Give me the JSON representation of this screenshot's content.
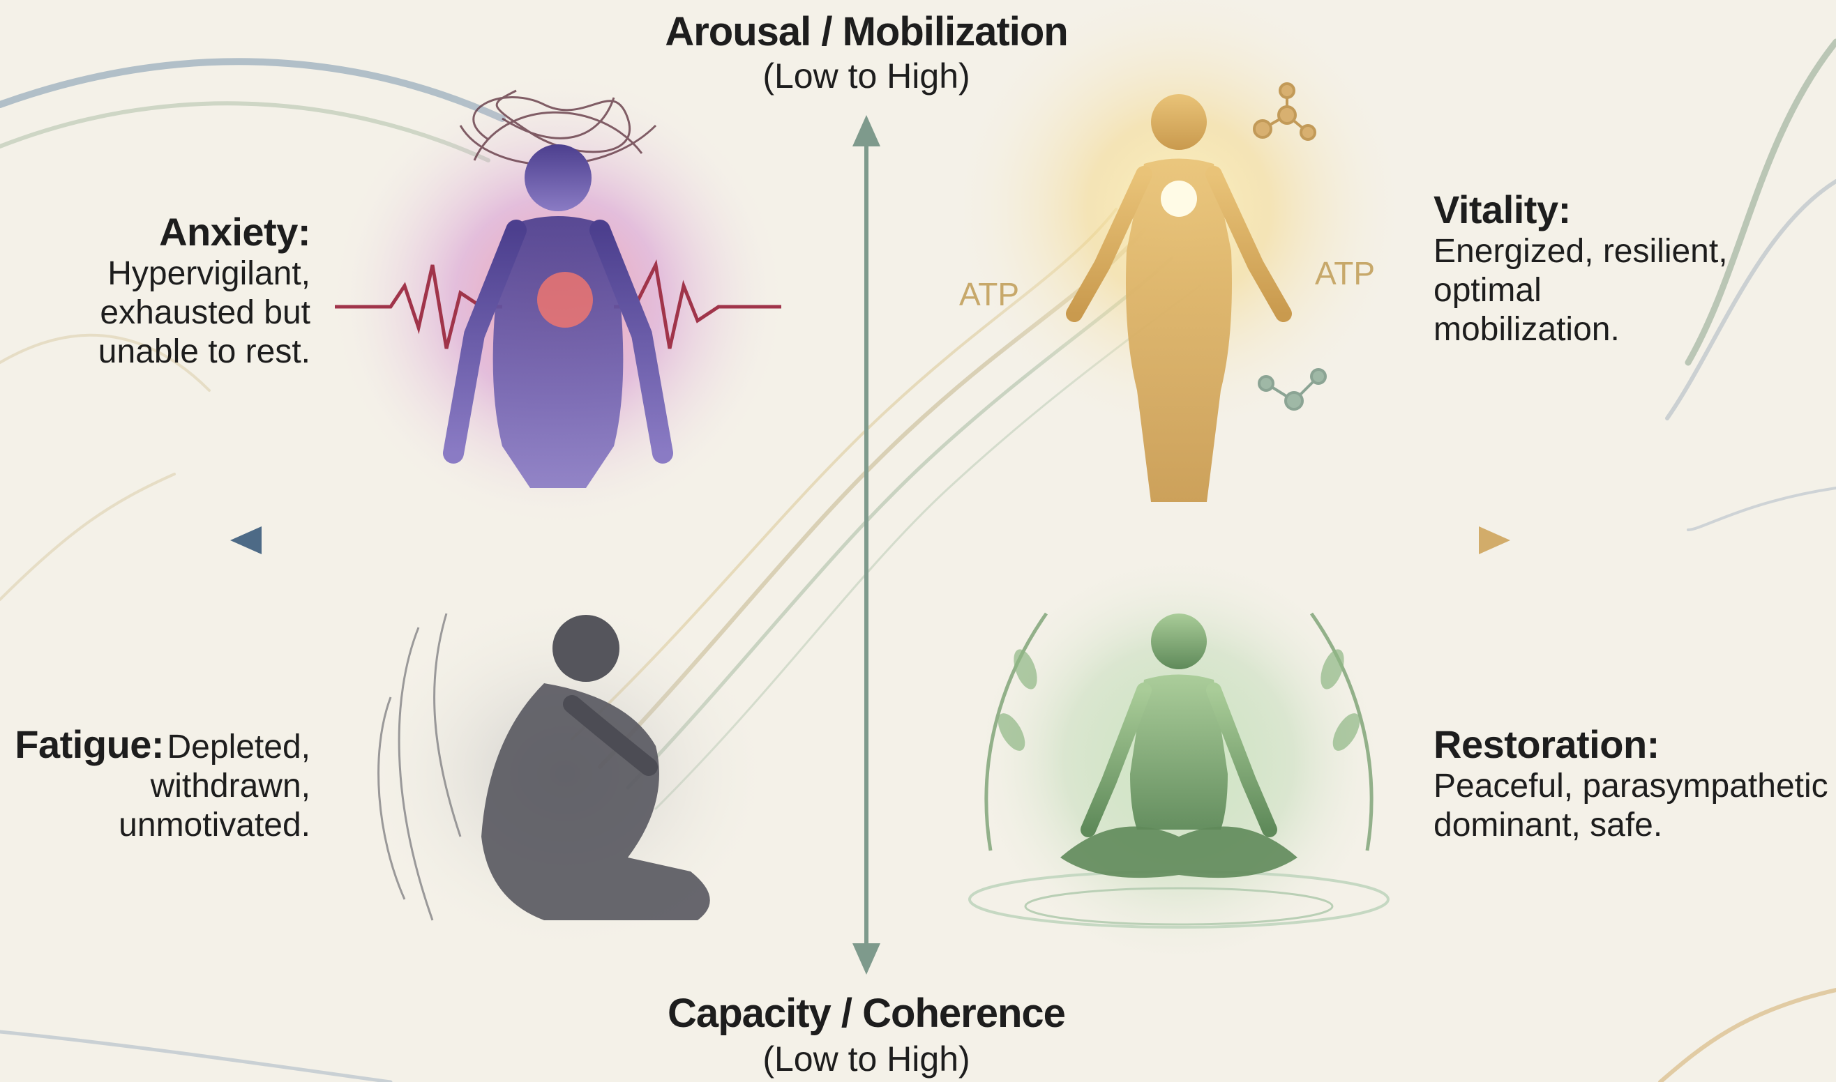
{
  "axes": {
    "vertical": {
      "title": "Arousal / Mobilization",
      "range": "(Low to High)"
    },
    "horizontal": {
      "title": "Capacity / Coherence",
      "range": "(Low to High)"
    }
  },
  "quadrants": {
    "anxiety": {
      "title": "Anxiety:",
      "lines": [
        "Hypervigilant,",
        "exhausted but",
        "unable to rest."
      ]
    },
    "vitality": {
      "title": "Vitality:",
      "lines": [
        "Energized, resilient,",
        "optimal",
        "mobilization."
      ]
    },
    "fatigue": {
      "title": "Fatigue:",
      "lines": [
        "Depleted,",
        "withdrawn,",
        "unmotivated."
      ]
    },
    "restoration": {
      "title": "Restoration:",
      "lines": [
        "Peaceful, parasympathetic",
        "dominant, safe."
      ]
    }
  },
  "annotations": {
    "atp_left": "ATP",
    "atp_right": "ATP"
  },
  "colors": {
    "background": "#f4f1e8",
    "axis_left": "#4d6a86",
    "axis_right": "#d2ac6a",
    "axis_vertical": "#7e9a8c",
    "anxiety": "#6b4aa3",
    "vitality": "#e0b460",
    "fatigue": "#5a5a5e",
    "restoration": "#6f9a6c"
  }
}
